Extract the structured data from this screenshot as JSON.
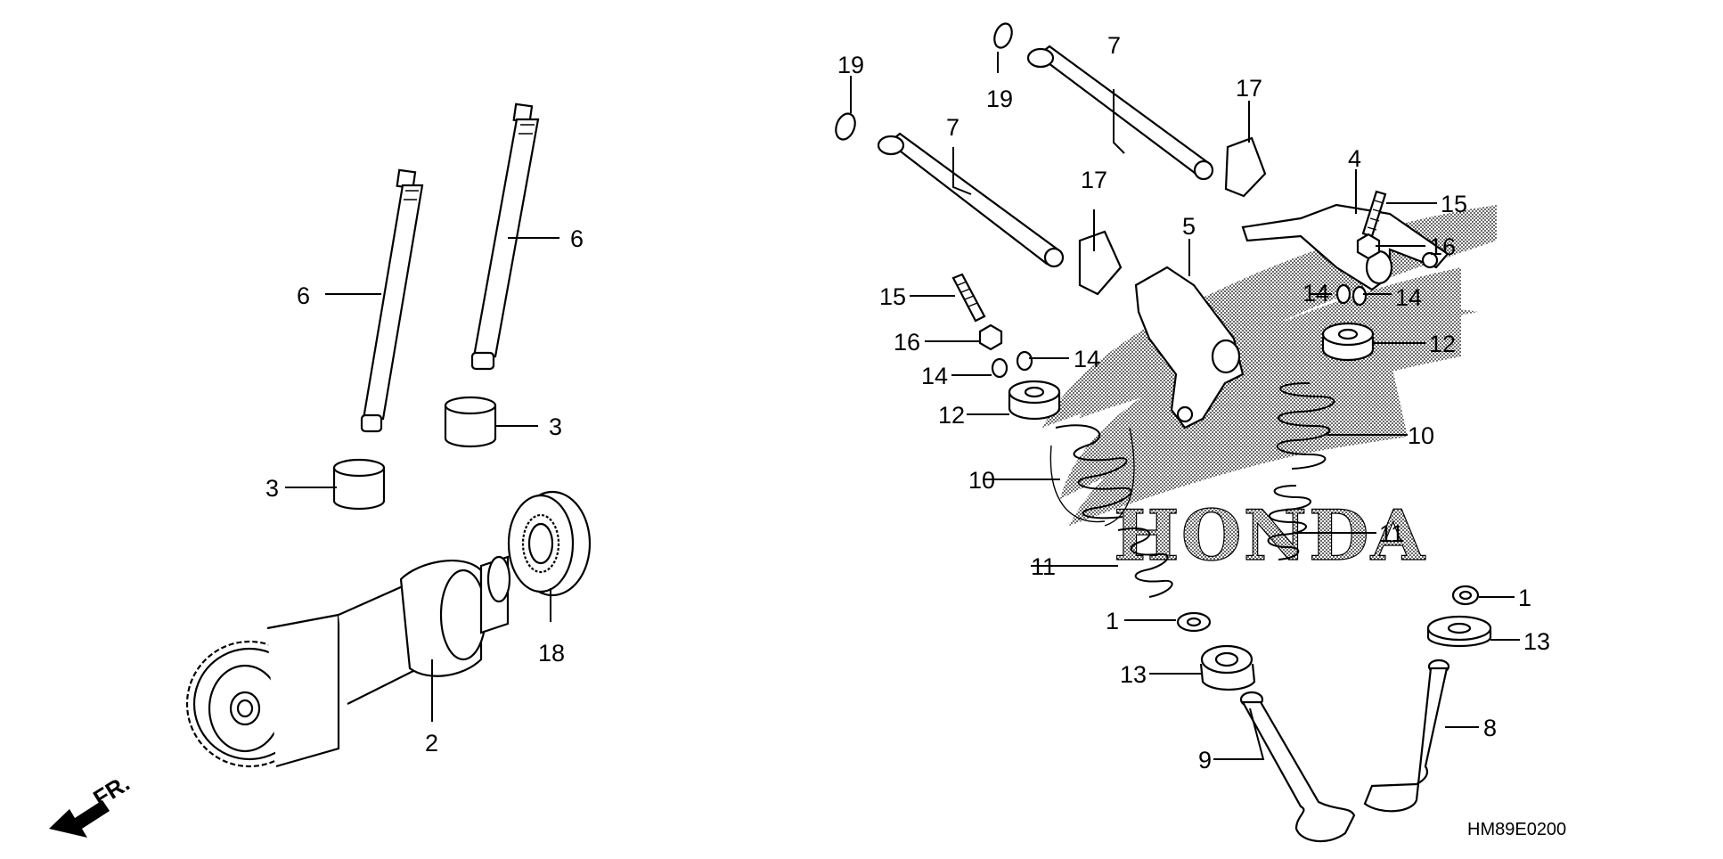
{
  "diagram": {
    "watermark_brand": "HONDA",
    "drawing_code": "HM89E0200",
    "direction_marker": "FR.",
    "callouts": {
      "n1a": "1",
      "n1b": "1",
      "n2": "2",
      "n3a": "3",
      "n3b": "3",
      "n4": "4",
      "n5": "5",
      "n6a": "6",
      "n6b": "6",
      "n7a": "7",
      "n7b": "7",
      "n8": "8",
      "n9": "9",
      "n10a": "10",
      "n10b": "10",
      "n11a": "11",
      "n11b": "11",
      "n12a": "12",
      "n12b": "12",
      "n13a": "13",
      "n13b": "13",
      "n14a": "14",
      "n14b": "14",
      "n14c": "14",
      "n14d": "14",
      "n15a": "15",
      "n15b": "15",
      "n16a": "16",
      "n16b": "16",
      "n17a": "17",
      "n17b": "17",
      "n18": "18",
      "n19a": "19",
      "n19b": "19"
    }
  }
}
